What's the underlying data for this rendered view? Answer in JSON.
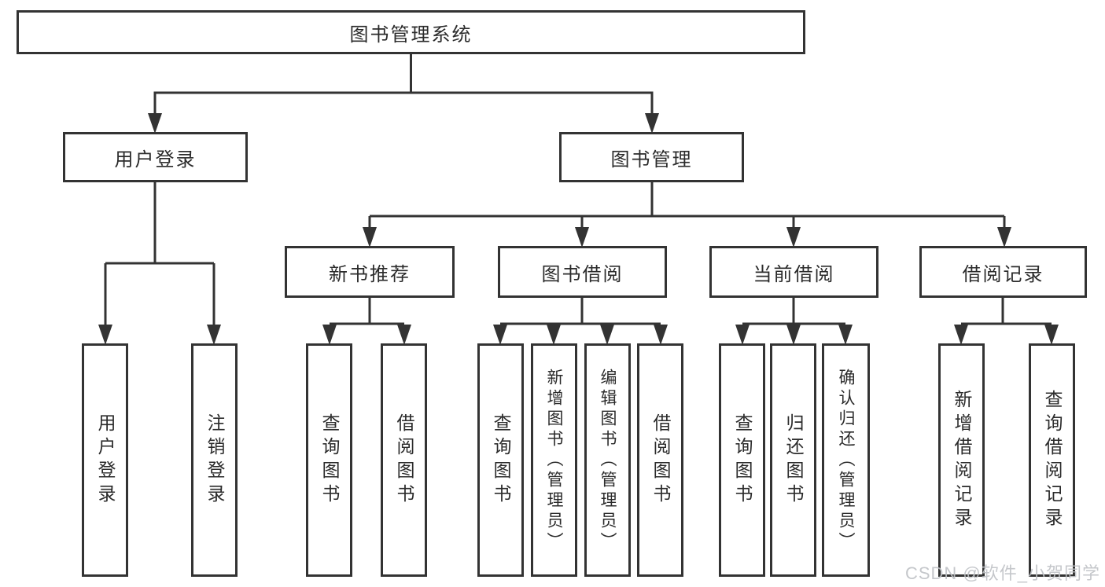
{
  "nodes": {
    "root": "图书管理系统",
    "l2": [
      "用户登录",
      "图书管理"
    ],
    "l3": [
      "新书推荐",
      "图书借阅",
      "当前借阅",
      "借阅记录"
    ],
    "leaf": [
      "用户登录",
      "注销登录",
      "查询图书",
      "借阅图书",
      "查询图书",
      "新增图书（管理员）",
      "编辑图书（管理员）",
      "借阅图书",
      "查询图书",
      "归还图书",
      "确认归还（管理员）",
      "新增借阅记录",
      "查询借阅记录"
    ]
  },
  "watermark": "CSDN @软件_小贺同学",
  "colors": {
    "line": "#333333",
    "text": "#2b2b2b",
    "watermark": "#bfc2c6",
    "background": "#ffffff"
  }
}
